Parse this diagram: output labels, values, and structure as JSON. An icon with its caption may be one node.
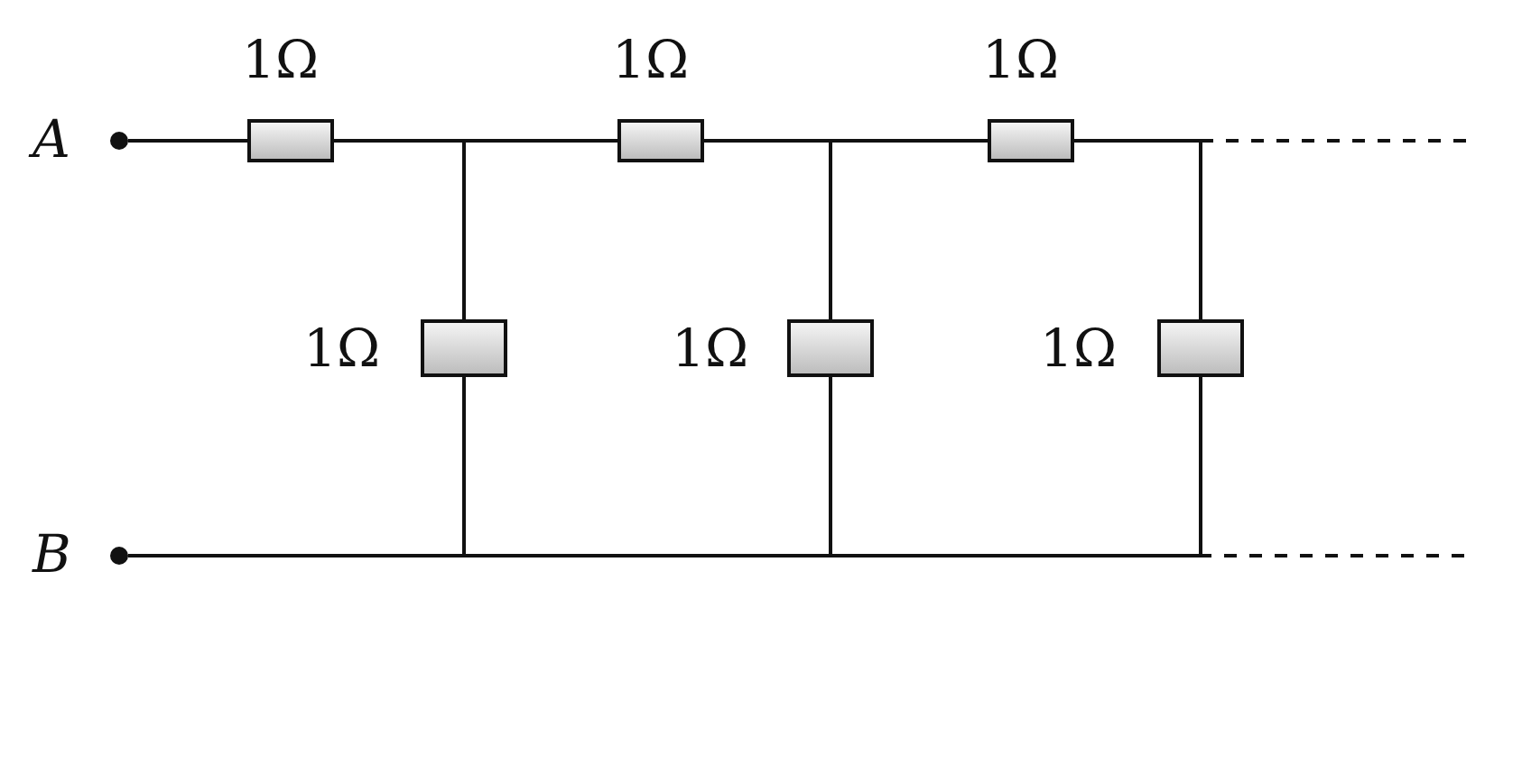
{
  "diagram": {
    "nodes": [
      {
        "text": [],
        "shape": "circle",
        "beside": [
          "A"
        ]
      },
      {
        "text": [],
        "shape": "box",
        "beside": [
          "1Ω"
        ]
      },
      {
        "text": [],
        "shape": "box",
        "beside": [
          "1Ω"
        ]
      },
      {
        "text": [],
        "shape": "box",
        "beside": [
          "1Ω"
        ]
      },
      {
        "text": [],
        "shape": "box",
        "beside": [
          "1Ω"
        ]
      },
      {
        "text": [],
        "shape": "box",
        "beside": [
          "1Ω"
        ]
      },
      {
        "text": [],
        "shape": "box",
        "beside": [
          "1Ω"
        ]
      },
      {
        "text": [],
        "shape": "circle",
        "beside": [
          "B"
        ]
      }
    ],
    "edges": [
      {
        "from": 0,
        "to": 1,
        "arrow": "none"
      },
      {
        "from": 1,
        "to": 2,
        "arrow": "none"
      },
      {
        "from": 1,
        "to": 4,
        "arrow": "none"
      },
      {
        "from": 2,
        "to": 3,
        "arrow": "none"
      },
      {
        "from": 2,
        "to": 5,
        "arrow": "none"
      },
      {
        "from": 3,
        "to": 6,
        "arrow": "none"
      },
      {
        "from": 4,
        "to": 7,
        "arrow": "none"
      },
      {
        "from": 5,
        "to": 7,
        "arrow": "none"
      },
      {
        "from": 6,
        "to": 7,
        "arrow": "none"
      },
      {
        "from": 3,
        "to": null,
        "arrow": "none",
        "style": "dashed"
      },
      {
        "from": 6,
        "to": null,
        "arrow": "none",
        "style": "dashed"
      }
    ]
  }
}
